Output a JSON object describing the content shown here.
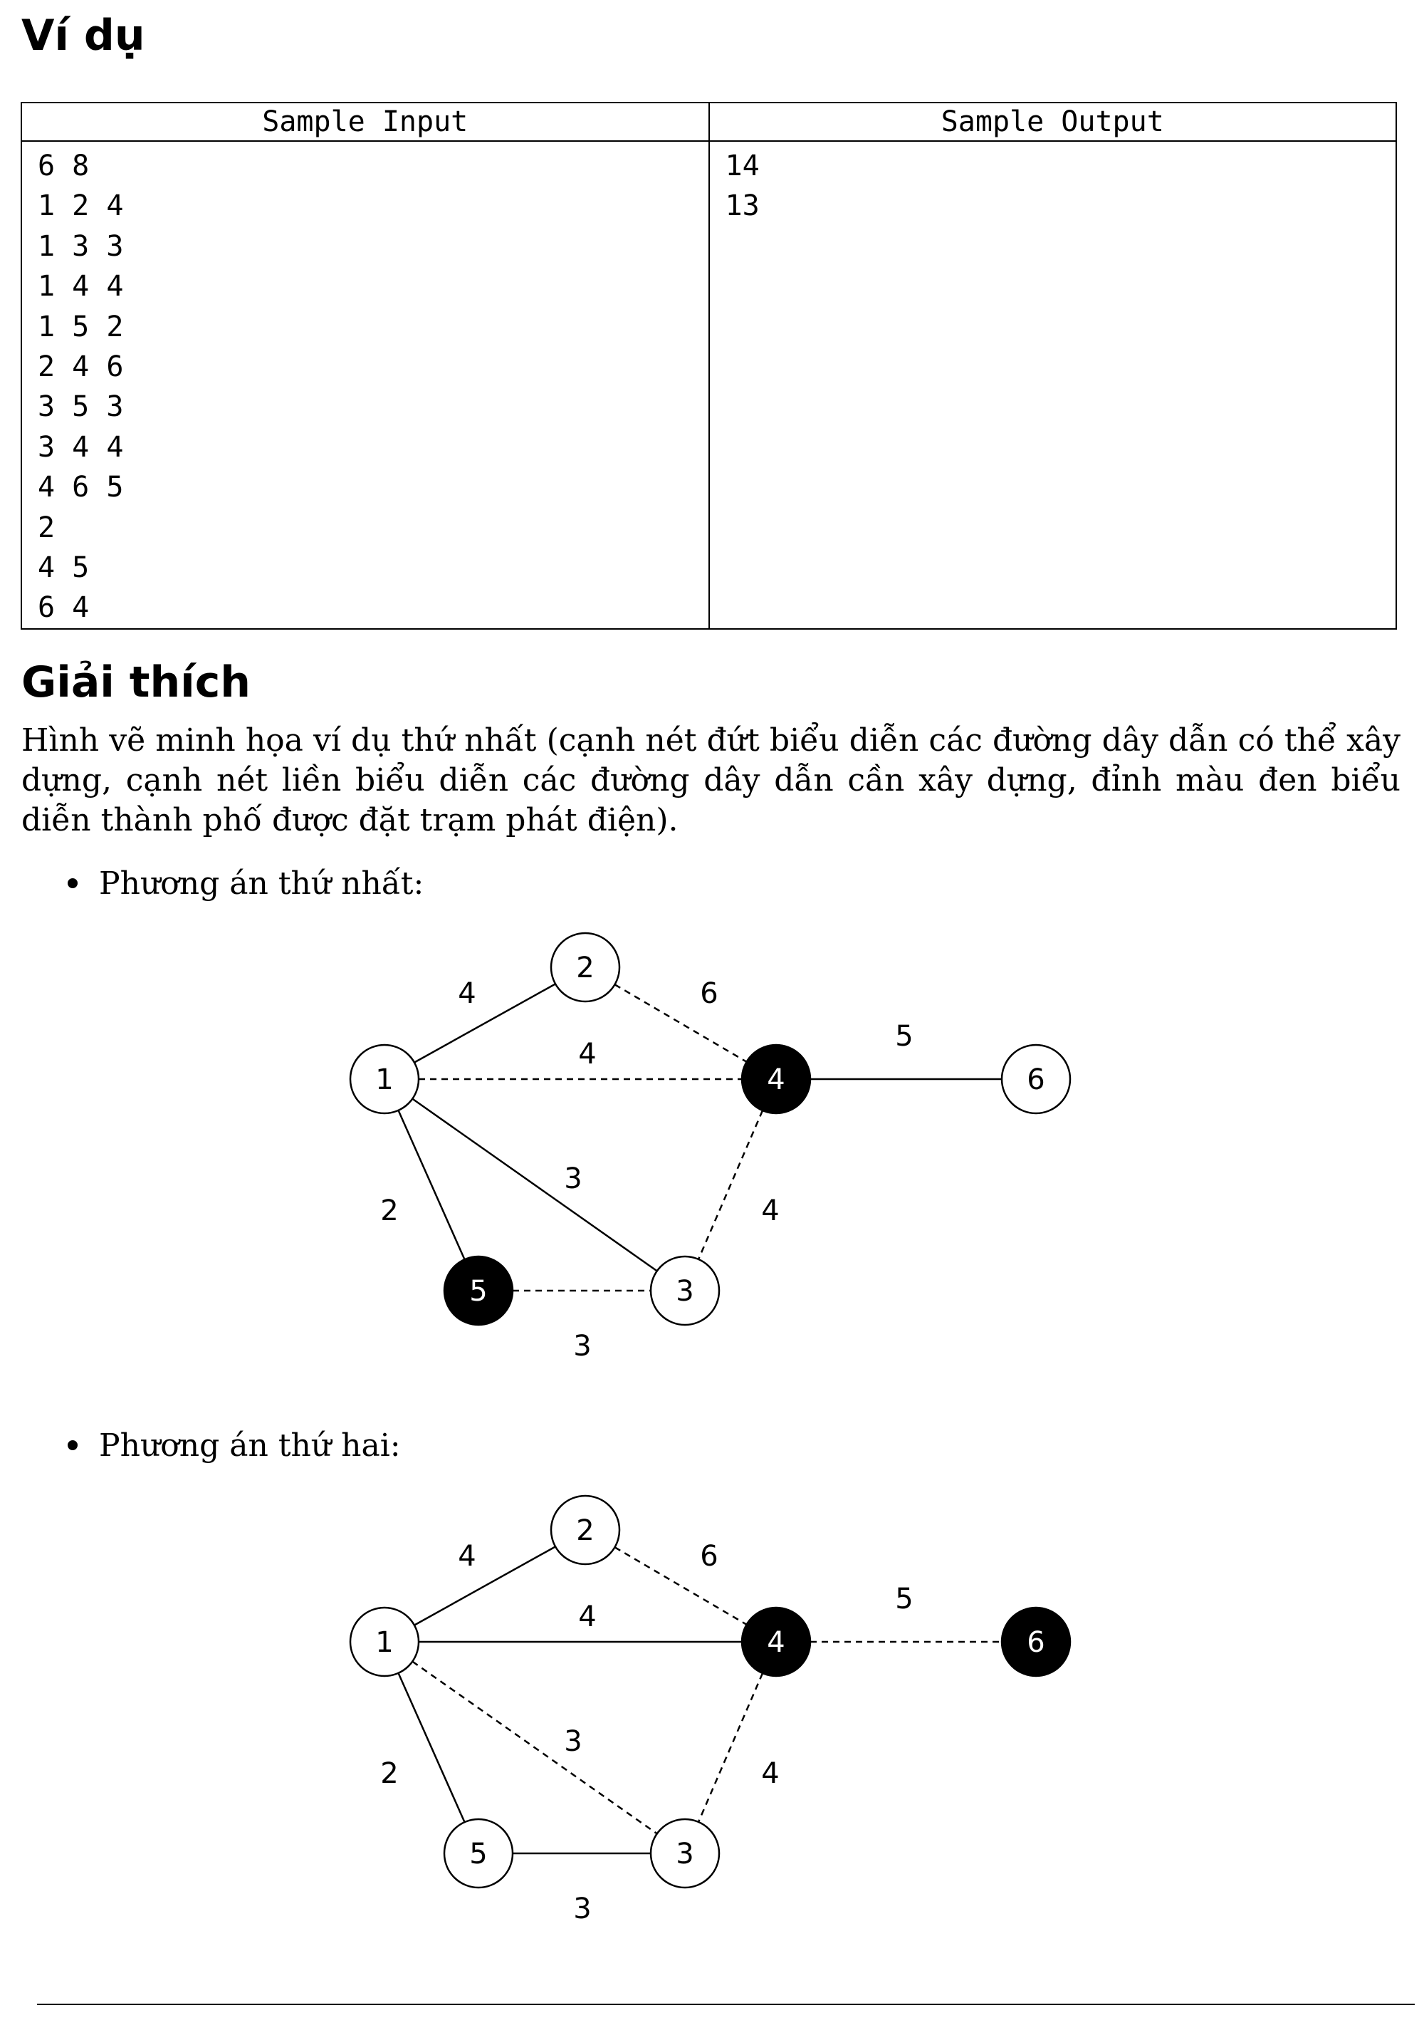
{
  "headings": {
    "example": "Ví dụ",
    "explanation": "Giải thích"
  },
  "sample": {
    "input_header": "Sample Input",
    "output_header": "Sample Output",
    "input_lines": [
      "6 8",
      "1 2 4",
      "1 3 3",
      "1 4 4",
      "1 5 2",
      "2 4 6",
      "3 5 3",
      "3 4 4",
      "4 6 5",
      "2",
      "4 5",
      "6 4"
    ],
    "output_lines": [
      "14",
      "13"
    ]
  },
  "explanation_text": "Hình vẽ minh họa ví dụ thứ nhất (cạnh nét đứt biểu diễn các đường dây dẫn có thể xây dựng, cạnh nét liền biểu diễn các đường dây dẫn cần xây dựng, đỉnh màu đen biểu diễn thành phố được đặt trạm phát điện).",
  "bullets": [
    "Phương án thứ nhất:",
    "Phương án thứ hai:"
  ],
  "graphs": [
    {
      "nodes": [
        {
          "id": "1",
          "filled": false
        },
        {
          "id": "2",
          "filled": false
        },
        {
          "id": "4",
          "filled": true
        },
        {
          "id": "6",
          "filled": false
        },
        {
          "id": "5",
          "filled": true
        },
        {
          "id": "3",
          "filled": false
        }
      ],
      "edges": [
        {
          "from": "1",
          "to": "2",
          "weight": "4",
          "style": "solid"
        },
        {
          "from": "2",
          "to": "4",
          "weight": "6",
          "style": "dashed"
        },
        {
          "from": "1",
          "to": "4",
          "weight": "4",
          "style": "dashed"
        },
        {
          "from": "4",
          "to": "6",
          "weight": "5",
          "style": "solid"
        },
        {
          "from": "1",
          "to": "3",
          "weight": "3",
          "style": "solid"
        },
        {
          "from": "1",
          "to": "5",
          "weight": "2",
          "style": "solid"
        },
        {
          "from": "4",
          "to": "3",
          "weight": "4",
          "style": "dashed"
        },
        {
          "from": "5",
          "to": "3",
          "weight": "3",
          "style": "dashed"
        }
      ]
    },
    {
      "nodes": [
        {
          "id": "1",
          "filled": false
        },
        {
          "id": "2",
          "filled": false
        },
        {
          "id": "4",
          "filled": true
        },
        {
          "id": "6",
          "filled": true
        },
        {
          "id": "5",
          "filled": false
        },
        {
          "id": "3",
          "filled": false
        }
      ],
      "edges": [
        {
          "from": "1",
          "to": "2",
          "weight": "4",
          "style": "solid"
        },
        {
          "from": "2",
          "to": "4",
          "weight": "6",
          "style": "dashed"
        },
        {
          "from": "1",
          "to": "4",
          "weight": "4",
          "style": "solid"
        },
        {
          "from": "4",
          "to": "6",
          "weight": "5",
          "style": "dashed"
        },
        {
          "from": "1",
          "to": "3",
          "weight": "3",
          "style": "dashed"
        },
        {
          "from": "1",
          "to": "5",
          "weight": "2",
          "style": "solid"
        },
        {
          "from": "4",
          "to": "3",
          "weight": "4",
          "style": "dashed"
        },
        {
          "from": "5",
          "to": "3",
          "weight": "3",
          "style": "solid"
        }
      ]
    }
  ]
}
